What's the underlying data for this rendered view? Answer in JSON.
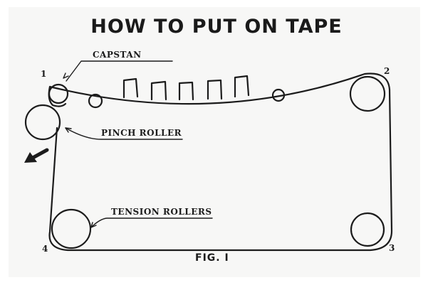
{
  "title": "HOW TO PUT ON TAPE",
  "labels": {
    "capstan": "CAPSTAN",
    "pinch_roller": "PINCH ROLLER",
    "tension_rollers": "TENSION ROLLERS"
  },
  "corner_numbers": [
    "1",
    "2",
    "3",
    "4"
  ],
  "figure_caption": "FIG. I",
  "colors": {
    "ink": "#1c1c1c",
    "paper": "#f7f7f6"
  }
}
